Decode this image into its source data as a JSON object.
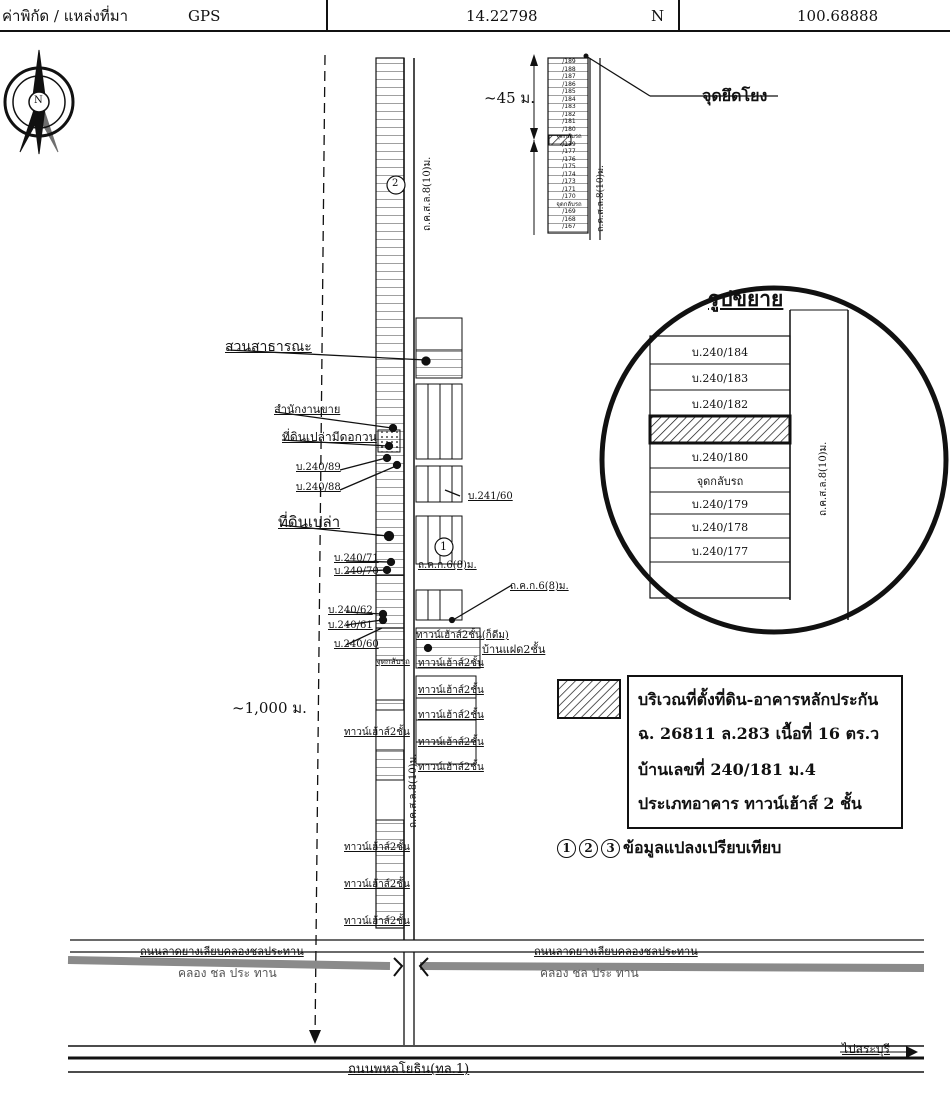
{
  "header": {
    "label": "ค่าพิกัด / แหล่งที่มา",
    "source": "GPS",
    "latitude": "14.22798",
    "direction": "N",
    "longitude": "100.68888"
  },
  "compass_label": "N",
  "inset": {
    "distance": "~45 ม.",
    "anchor_label": "จุดยึดโยง",
    "road_label": "ถ.ค.ส.ล.8(10)ม.",
    "plots": [
      "/189",
      "/188",
      "/187",
      "/186",
      "/185",
      "/184",
      "/183",
      "/182",
      "/181",
      "/180",
      "จุดกลับรถ",
      "/179",
      "/177",
      "/176",
      "/175",
      "/174",
      "/173",
      "/171",
      "/170",
      "จุดกลับรถ",
      "/169",
      "/168",
      "/167"
    ]
  },
  "magnified": {
    "title": "รูปขยาย",
    "rows": [
      "บ.240/184",
      "บ.240/183",
      "บ.240/182",
      "",
      "บ.240/180",
      "จุดกลับรถ",
      "บ.240/179",
      "บ.240/178",
      "บ.240/177"
    ],
    "road_label": "ถ.ค.ส.ล.8(10)ม."
  },
  "map_labels": {
    "public_park": "สวนสาธารณะ",
    "sales_office": "สำนักงานขาย",
    "vacant_land_1": "ที่ดินเปล่ามีดอกวน",
    "house_89": "บ.240/89",
    "house_88": "บ.240/88",
    "vacant_land_2": "ที่ดินเปล่า",
    "house_71": "บ.240/71",
    "house_70": "บ.240/70",
    "house_62": "บ.240/62",
    "house_61": "บ.240/61",
    "house_60": "บ.240/60",
    "house_241_60": "บ.241/60",
    "road_kk6": "ถ.ค.ก.6(8)ม.",
    "road_kk6_right": "ถ.ค.ก.6(8)ม.",
    "road_main_upper": "ถ.ค.ส.ล.8(10)ม.",
    "road_main_lower": "ถ.ค.ส.ล.8(10)ม.",
    "townhouse_right": "ทาวน์เฮ้าส์2ชั้น(ก็ดีม)",
    "twin_house": "บ้านแฝด2ชั้น",
    "distance_1000": "~1,000 ม.",
    "marker_1": "1",
    "marker_2": "2",
    "u_turn": "จุดกลับรถ",
    "townhouse": "ทาวน์เฮ้าส์2ชั้น",
    "canal_road_top": "ถนนลาดยางเลียบคลองชลประทาน",
    "canal_road_top_right": "ถนนลาดยางเลียบคลองชลประทาน",
    "canal": "คลอง ชล ประ ทาน",
    "canal_right": "คลอง ชล ประ ทาน",
    "main_highway": "ถนนพหลโยธิน(ทล.1)",
    "to_saraburi": "ไปสระบุรี"
  },
  "legend": {
    "line1": "บริเวณที่ตั้งที่ดิน-อาคารหลักประกัน",
    "line2": "ฉ. 26811 ล.283 เนื้อที่ 16 ตร.ว",
    "line3": "บ้านเลขที่ 240/181 ม.4",
    "line4": "ประเภทอาคาร ทาวน์เฮ้าส์ 2 ชั้น"
  },
  "comparison": {
    "circles": [
      "1",
      "2",
      "3"
    ],
    "text": "ข้อมูลแปลงเปรียบเทียบ"
  },
  "colors": {
    "ink": "#111111",
    "canal_gray": "#8a8a8a"
  }
}
